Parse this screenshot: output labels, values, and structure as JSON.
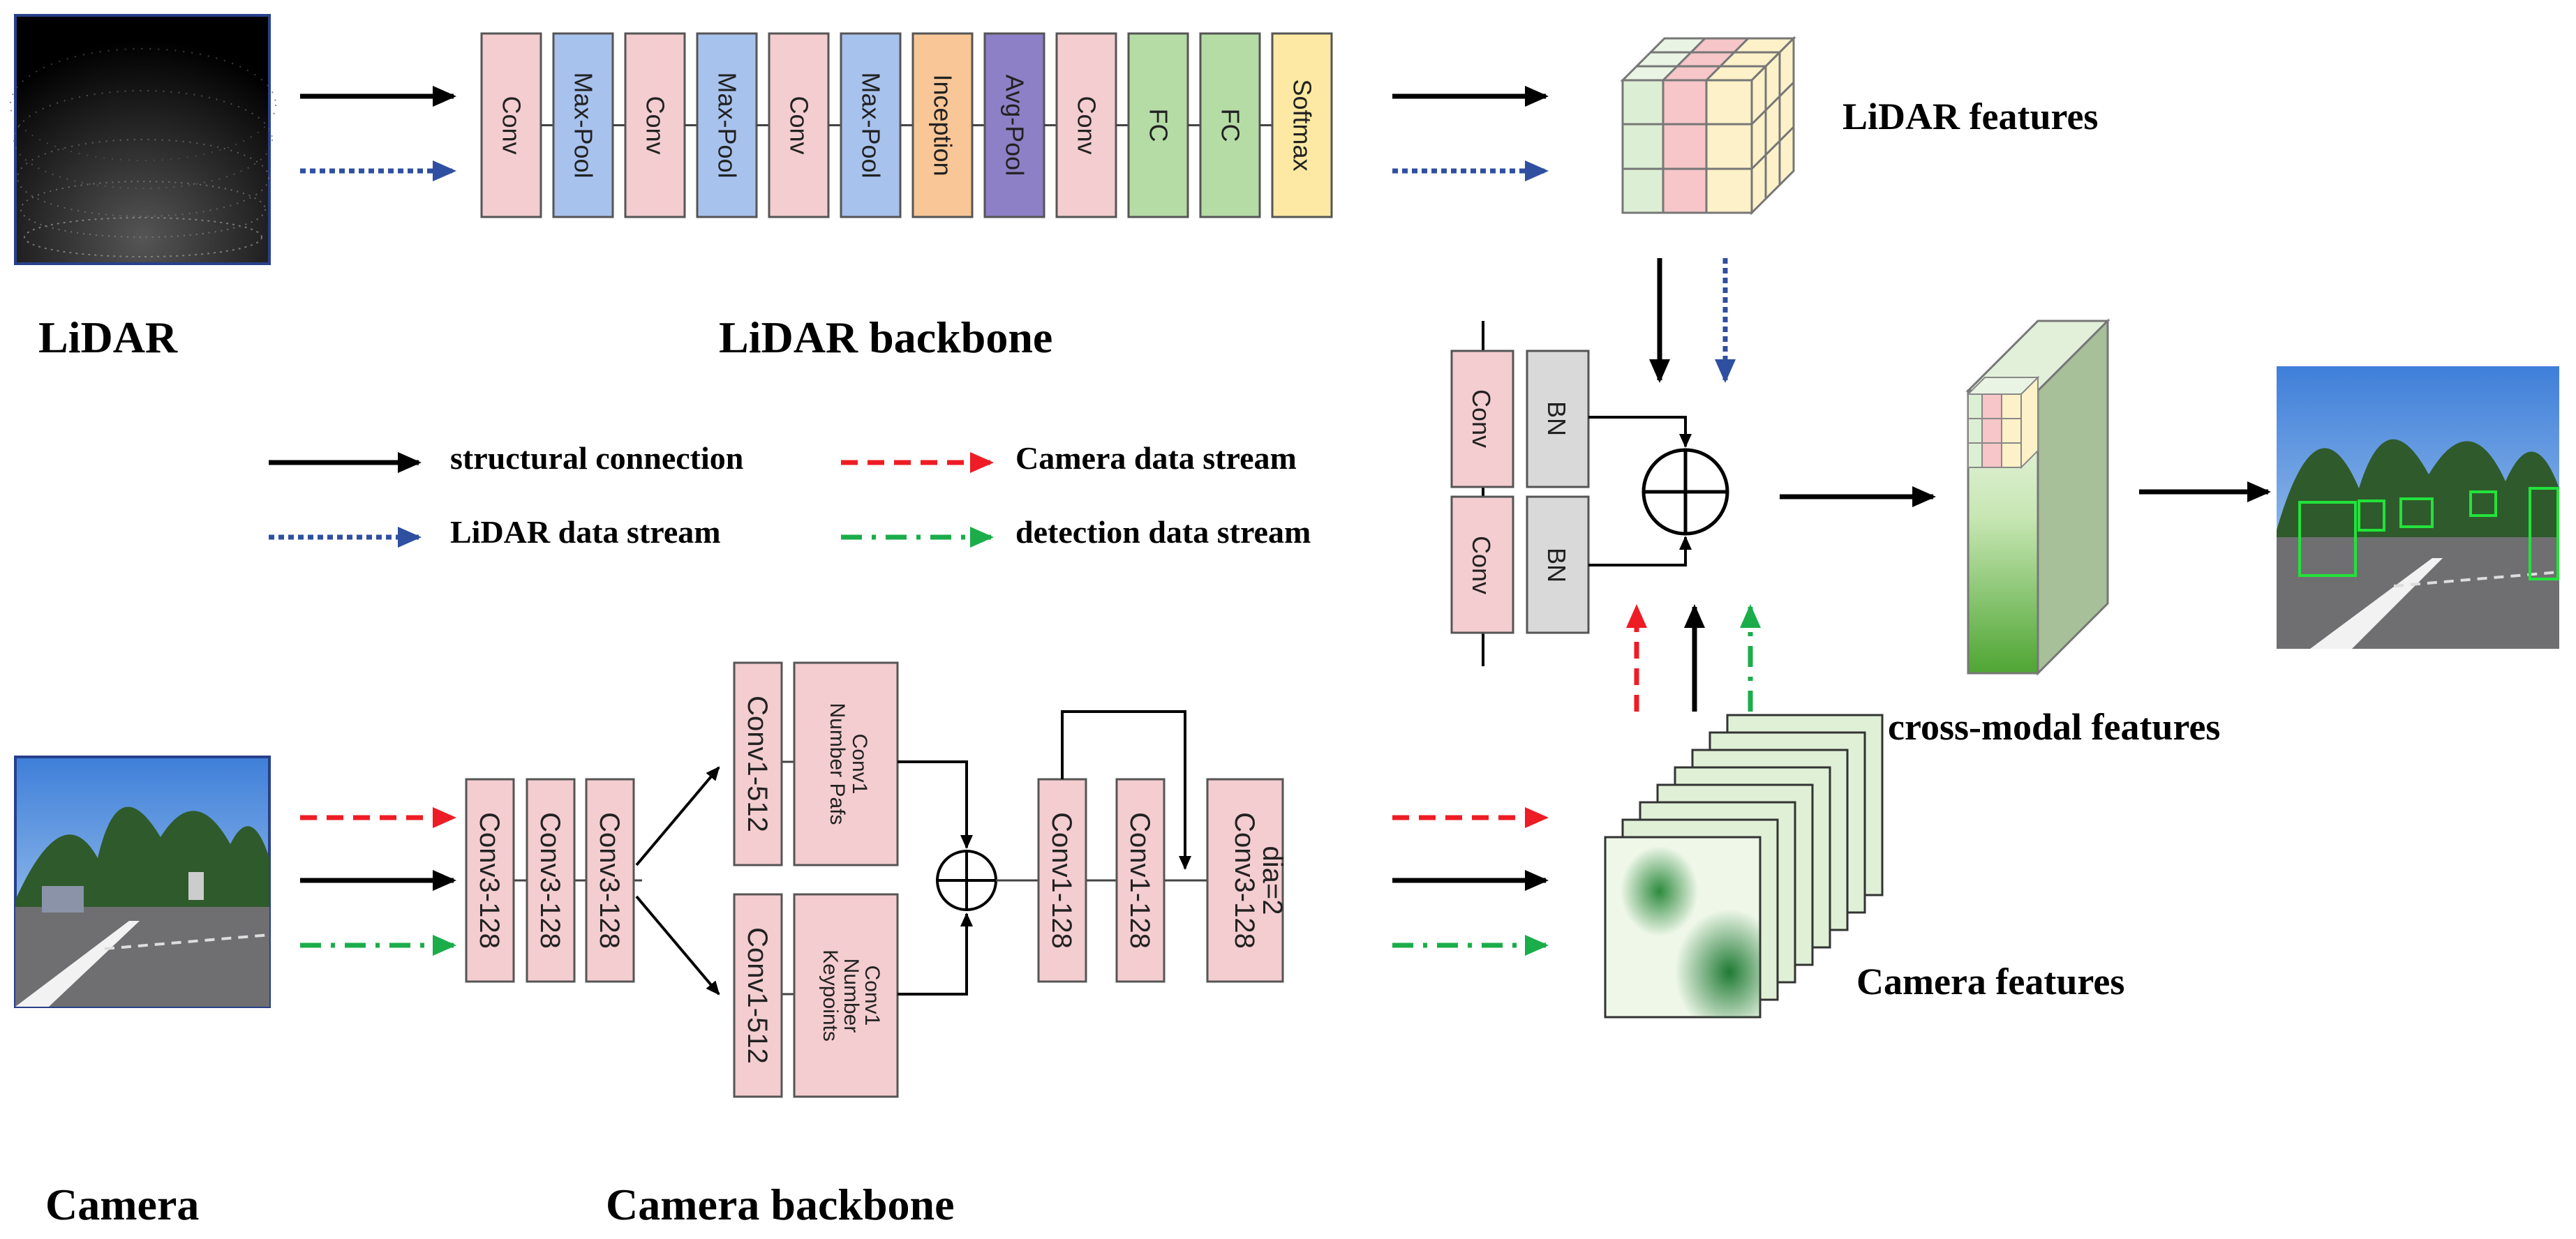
{
  "colors": {
    "conv": "#f4cdd0",
    "maxpool": "#a8c2ee",
    "inception": "#f8c697",
    "avgpool": "#8e80c6",
    "fc": "#b6dca6",
    "softmax": "#fde9a3",
    "bn": "#d9d9d9",
    "cam_conv": "#f4cdd0",
    "lidar_arrow": "#2f4fa0",
    "camera_arrow": "#ee1c24",
    "detection_arrow": "#1aad4a"
  },
  "labels": {
    "lidar": "LiDAR",
    "lidar_backbone": "LiDAR backbone",
    "lidar_features": "LiDAR features",
    "camera": "Camera",
    "camera_backbone": "Camera backbone",
    "camera_features": "Camera features",
    "cross_modal": "cross-modal features"
  },
  "legend": {
    "structural": "structural connection",
    "lidar_stream": "LiDAR data stream",
    "camera_stream": "Camera data stream",
    "detection_stream": "detection data stream"
  },
  "lidar_blocks": [
    {
      "label": "Conv",
      "kind": "conv"
    },
    {
      "label": "Max-Pool",
      "kind": "maxpool"
    },
    {
      "label": "Conv",
      "kind": "conv"
    },
    {
      "label": "Max-Pool",
      "kind": "maxpool"
    },
    {
      "label": "Conv",
      "kind": "conv"
    },
    {
      "label": "Max-Pool",
      "kind": "maxpool"
    },
    {
      "label": "Inception",
      "kind": "inception"
    },
    {
      "label": "Avg-Pool",
      "kind": "avgpool"
    },
    {
      "label": "Conv",
      "kind": "conv"
    },
    {
      "label": "FC",
      "kind": "fc"
    },
    {
      "label": "FC",
      "kind": "fc"
    },
    {
      "label": "Softmax",
      "kind": "softmax"
    }
  ],
  "camera_blocks": {
    "stem": [
      "Conv3-128",
      "Conv3-128",
      "Conv3-128"
    ],
    "top_branch": {
      "conv": "Conv1-512",
      "head_line1": "Conv1",
      "head_line2": "Number Pafs"
    },
    "bottom_branch": {
      "conv": "Conv1-512",
      "head_line1": "Conv1",
      "head_line2": "Number",
      "head_line3": "Keypoints"
    },
    "tail": [
      "Conv1-128",
      "Conv1-128"
    ],
    "dilated_line1": "Conv3-128",
    "dilated_line2": "dia=2"
  },
  "fusion": {
    "conv_top": "Conv",
    "conv_bottom": "Conv",
    "bn_top": "BN",
    "bn_bottom": "BN"
  }
}
